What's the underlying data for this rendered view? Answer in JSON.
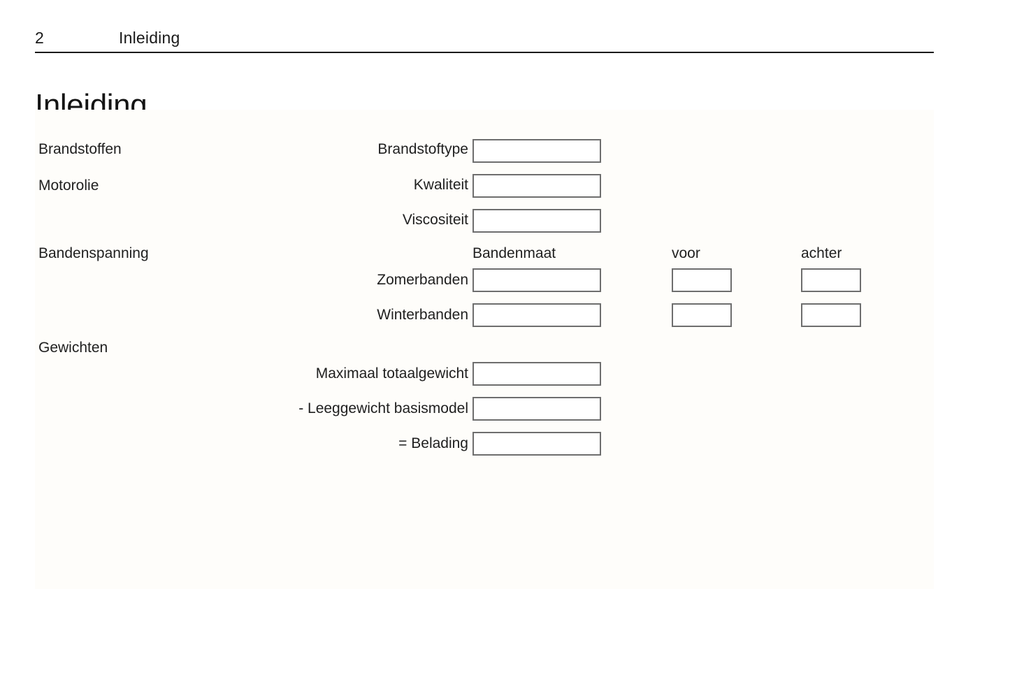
{
  "header": {
    "page_number": "2",
    "title": "Inleiding"
  },
  "chapter_title": "Inleiding",
  "sections": [
    {
      "key": "brandstoffen",
      "label": "Brandstoffen"
    },
    {
      "key": "motorolie",
      "label": "Motorolie"
    },
    {
      "key": "bandenspanning",
      "label": "Bandenspanning"
    },
    {
      "key": "gewichten",
      "label": "Gewichten"
    }
  ],
  "column_headers": {
    "bandenmaat": "Bandenmaat",
    "voor": "voor",
    "achter": "achter"
  },
  "fields": [
    {
      "key": "brandstoftype",
      "label": "Brandstoftype",
      "value": ""
    },
    {
      "key": "kwaliteit",
      "label": "Kwaliteit",
      "value": ""
    },
    {
      "key": "viscositeit",
      "label": "Viscositeit",
      "value": ""
    },
    {
      "key": "zomerbanden",
      "label": "Zomerbanden",
      "value": ""
    },
    {
      "key": "winterbanden",
      "label": "Winterbanden",
      "value": ""
    },
    {
      "key": "maximaal_totaalgewicht",
      "label": "Maximaal totaalgewicht",
      "value": ""
    },
    {
      "key": "leeggewicht_basismodel",
      "label": "- Leeggewicht basismodel",
      "value": ""
    },
    {
      "key": "belading",
      "label": "= Belading",
      "value": ""
    }
  ],
  "tyre_pressure_values": {
    "zomerbanden_voor": "",
    "zomerbanden_achter": "",
    "winterbanden_voor": "",
    "winterbanden_achter": ""
  },
  "colors": {
    "text": "#1a1a1a",
    "box_border": "#6e6e6e",
    "panel_background": "#fefdfa",
    "rule": "#1a1a1a"
  }
}
